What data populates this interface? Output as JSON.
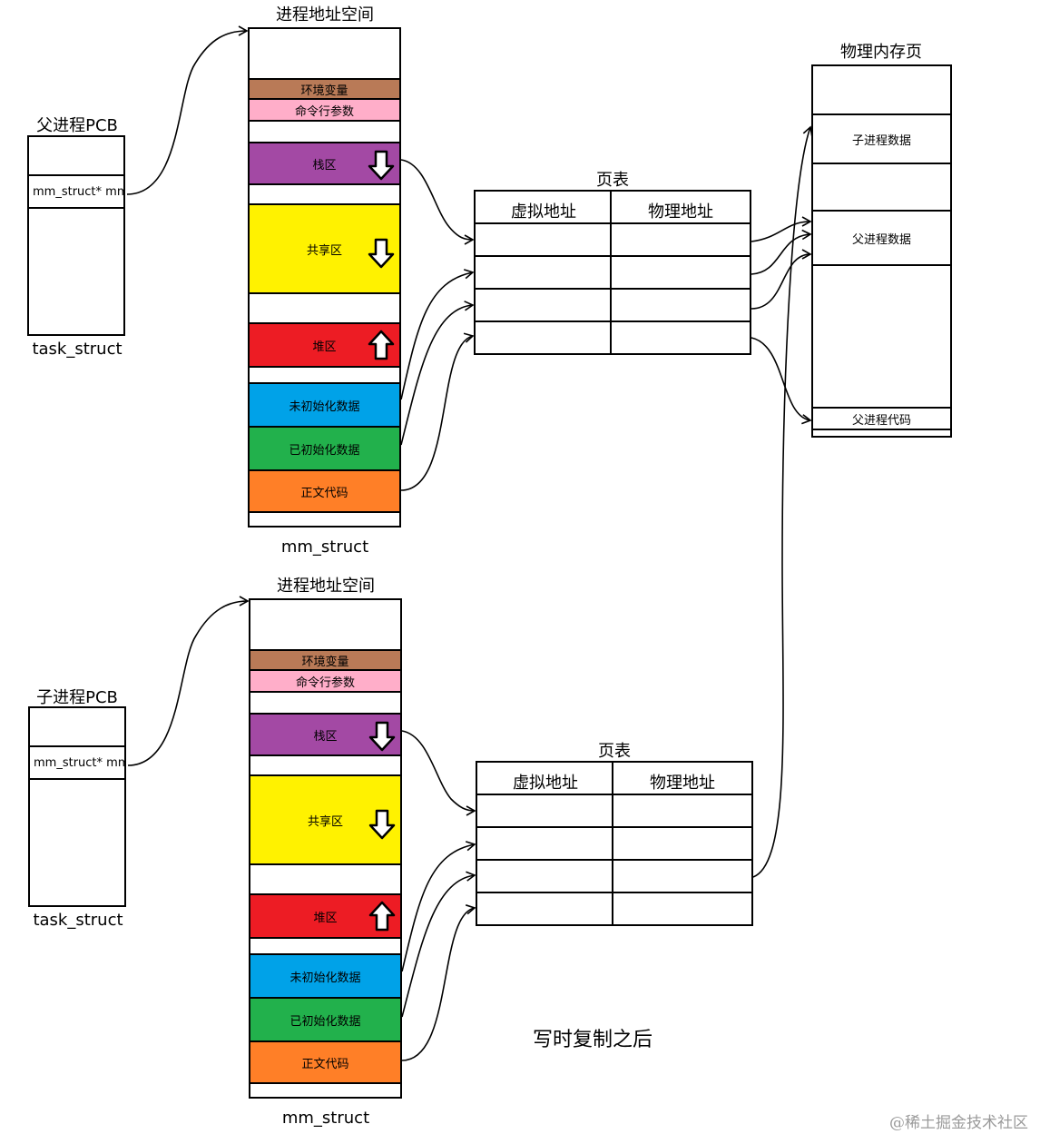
{
  "parent": {
    "pcb_title": "父进程PCB",
    "pcb_field": "mm_struct* mm",
    "pcb_caption": "task_struct",
    "space_title": "进程地址空间",
    "space_caption": "mm_struct",
    "segments": {
      "env": "环境变量",
      "args": "命令行参数",
      "stack": "栈区",
      "shared": "共享区",
      "heap": "堆区",
      "bss": "未初始化数据",
      "data": "已初始化数据",
      "text": "正文代码"
    },
    "page_table": {
      "title": "页表",
      "col_virtual": "虚拟地址",
      "col_physical": "物理地址"
    }
  },
  "child": {
    "pcb_title": "子进程PCB",
    "pcb_field": "mm_struct* mm",
    "pcb_caption": "task_struct",
    "space_title": "进程地址空间",
    "space_caption": "mm_struct",
    "segments": {
      "env": "环境变量",
      "args": "命令行参数",
      "stack": "栈区",
      "shared": "共享区",
      "heap": "堆区",
      "bss": "未初始化数据",
      "data": "已初始化数据",
      "text": "正文代码"
    },
    "page_table": {
      "title": "页表",
      "col_virtual": "虚拟地址",
      "col_physical": "物理地址"
    }
  },
  "physical": {
    "title": "物理内存页",
    "child_data": "子进程数据",
    "parent_data": "父进程数据",
    "parent_code": "父进程代码"
  },
  "caption": "写时复制之后",
  "watermark": "@稀土掘金技术社区",
  "colors": {
    "env": "#b97a57",
    "args": "#ffaec9",
    "stack": "#a349a4",
    "shared": "#fff200",
    "heap": "#ed1c24",
    "bss": "#00a2e8",
    "data": "#22b14c",
    "text": "#ff7f27"
  }
}
